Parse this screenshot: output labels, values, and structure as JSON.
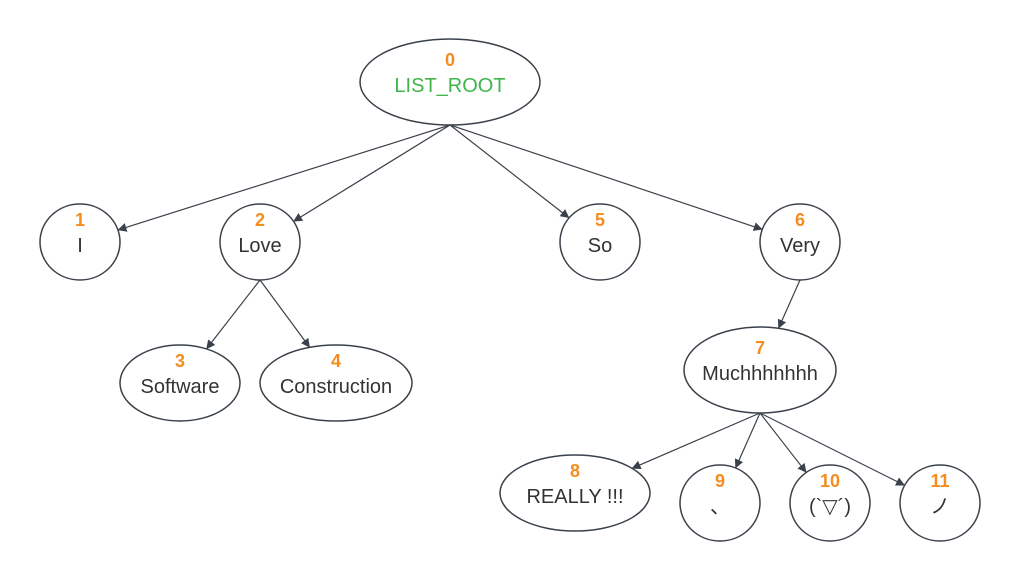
{
  "colors": {
    "id_color": "#f58d1e",
    "root_label_color": "#3fb54a",
    "label_color": "#333333",
    "stroke": "#3a414a"
  },
  "nodes": [
    {
      "id": "0",
      "label": "LIST_ROOT",
      "is_root": true
    },
    {
      "id": "1",
      "label": "I"
    },
    {
      "id": "2",
      "label": "Love"
    },
    {
      "id": "5",
      "label": "So"
    },
    {
      "id": "6",
      "label": "Very"
    },
    {
      "id": "3",
      "label": "Software"
    },
    {
      "id": "4",
      "label": "Construction"
    },
    {
      "id": "7",
      "label": "Muchhhhhhh"
    },
    {
      "id": "8",
      "label": "REALLY !!!"
    },
    {
      "id": "9",
      "label": "、"
    },
    {
      "id": "10",
      "label": "(`▽´)"
    },
    {
      "id": "11",
      "label": "ノ"
    }
  ],
  "edges": [
    {
      "from": "0",
      "to": "1"
    },
    {
      "from": "0",
      "to": "2"
    },
    {
      "from": "0",
      "to": "5"
    },
    {
      "from": "0",
      "to": "6"
    },
    {
      "from": "2",
      "to": "3"
    },
    {
      "from": "2",
      "to": "4"
    },
    {
      "from": "6",
      "to": "7"
    },
    {
      "from": "7",
      "to": "8"
    },
    {
      "from": "7",
      "to": "9"
    },
    {
      "from": "7",
      "to": "10"
    },
    {
      "from": "7",
      "to": "11"
    }
  ]
}
